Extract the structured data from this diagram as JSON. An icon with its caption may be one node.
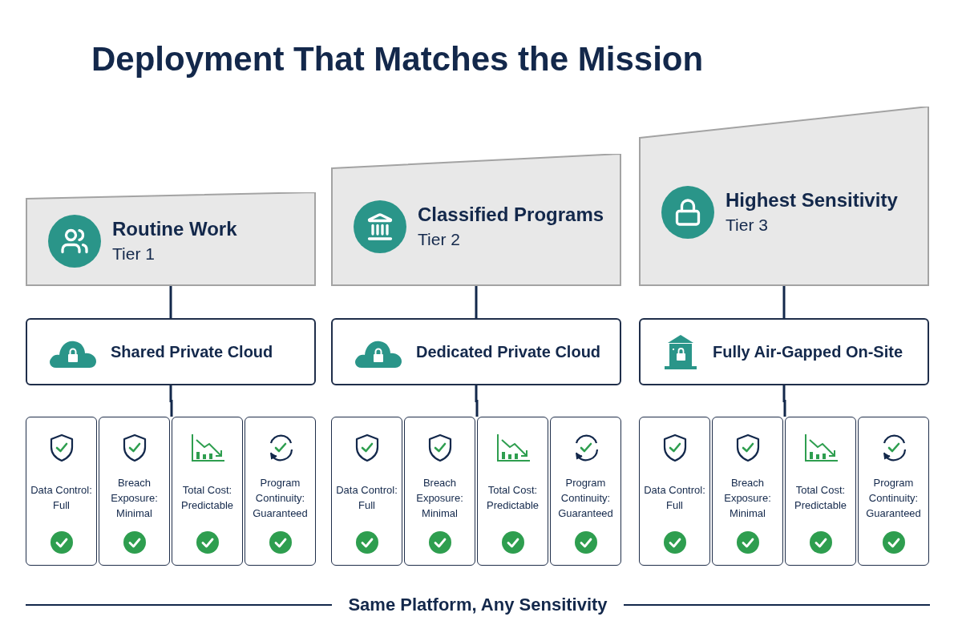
{
  "diagram": {
    "title": "Deployment That Matches the Mission",
    "nodes": [
      {
        "text": [
          "Routine Work",
          "Tier 1"
        ]
      },
      {
        "text": [
          "Shared Private Cloud"
        ]
      },
      {
        "text": [
          "Data Control: Full"
        ]
      },
      {
        "text": [
          "Breach Exposure: Minimal"
        ]
      },
      {
        "text": [
          "Total Cost: Predictable"
        ]
      },
      {
        "text": [
          "Program Continuity: Guaranteed"
        ]
      },
      {
        "text": [
          "Classified Programs",
          "Tier 2"
        ]
      },
      {
        "text": [
          "Dedicated Private Cloud"
        ]
      },
      {
        "text": [
          "Data Control: Full"
        ]
      },
      {
        "text": [
          "Breach Exposure: Minimal"
        ]
      },
      {
        "text": [
          "Total Cost: Predictable"
        ]
      },
      {
        "text": [
          "Program Continuity: Guaranteed"
        ]
      },
      {
        "text": [
          "Highest Sensitivity",
          "Tier 3"
        ]
      },
      {
        "text": [
          "Fully Air-Gapped On-Site"
        ]
      },
      {
        "text": [
          "Data Control: Full"
        ]
      },
      {
        "text": [
          "Breach Exposure: Minimal"
        ]
      },
      {
        "text": [
          "Total Cost: Predictable"
        ]
      },
      {
        "text": [
          "Program Continuity: Guaranteed"
        ]
      }
    ],
    "edges": [
      {
        "from": 0,
        "to": 1,
        "arrow": "none"
      },
      {
        "from": 1,
        "to": 4,
        "arrow": "none"
      },
      {
        "from": 6,
        "to": 7,
        "arrow": "none"
      },
      {
        "from": 7,
        "to": 10,
        "arrow": "none"
      },
      {
        "from": 12,
        "to": 13,
        "arrow": "none"
      },
      {
        "from": 13,
        "to": 16,
        "arrow": "none"
      }
    ],
    "caption": "Same Platform, Any Sensitivity"
  }
}
